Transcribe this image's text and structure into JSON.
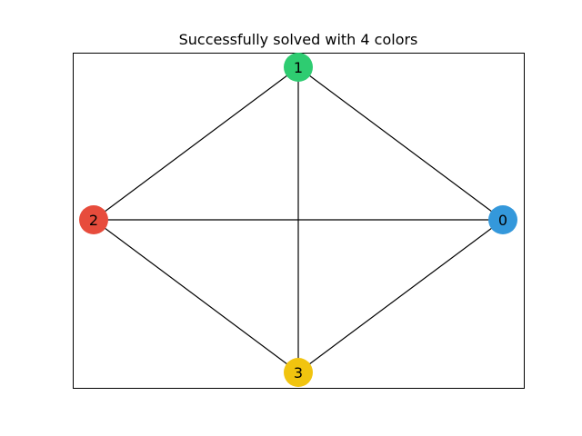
{
  "title": "Successfully solved with 4 colors",
  "graph": {
    "nodes": [
      {
        "id": "0",
        "label": "0",
        "color": "#3498db"
      },
      {
        "id": "1",
        "label": "1",
        "color": "#2ecc71"
      },
      {
        "id": "2",
        "label": "2",
        "color": "#e74c3c"
      },
      {
        "id": "3",
        "label": "3",
        "color": "#f1c40f"
      }
    ],
    "edges": [
      [
        "0",
        "1"
      ],
      [
        "0",
        "2"
      ],
      [
        "0",
        "3"
      ],
      [
        "1",
        "2"
      ],
      [
        "1",
        "3"
      ],
      [
        "2",
        "3"
      ]
    ]
  },
  "colors": {
    "edge": "#000000",
    "frame": "#000000",
    "background": "#ffffff"
  }
}
